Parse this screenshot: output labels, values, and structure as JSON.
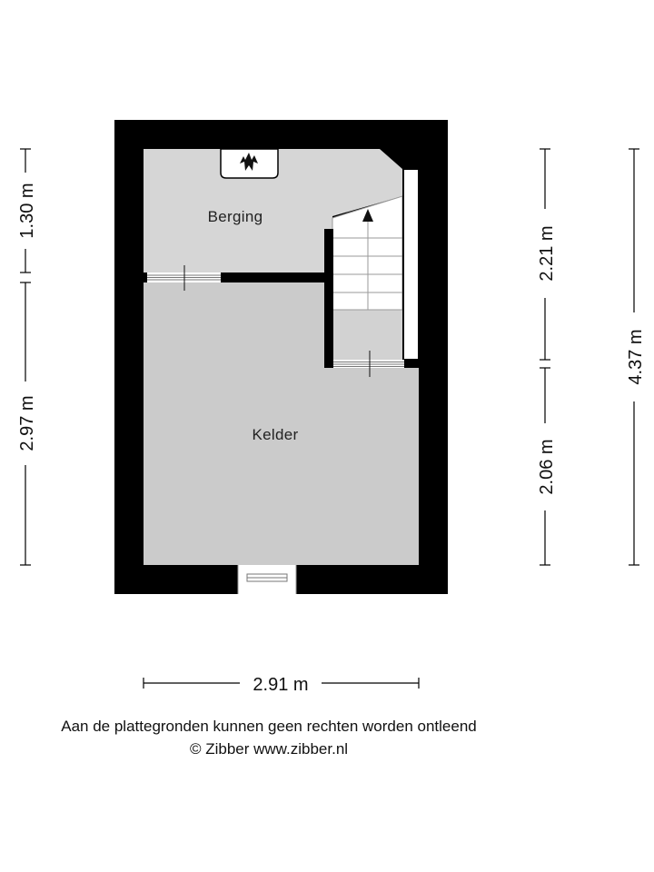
{
  "rooms": {
    "berging": "Berging",
    "kelder": "Kelder"
  },
  "dimensions": {
    "left_top": "1.30 m",
    "left_bottom": "2.97 m",
    "right_inner_top": "2.21 m",
    "right_inner_bottom": "2.06 m",
    "right_total": "4.37 m",
    "bottom_width": "2.91 m"
  },
  "footer": {
    "disclaimer": "Aan de plattegronden kunnen geen rechten worden ontleend",
    "copyright": "© Zibber www.zibber.nl"
  },
  "colors": {
    "wall": "#000000",
    "floor": "#cfcfcf",
    "background": "#ffffff"
  },
  "icons": {
    "boiler": "boiler-icon",
    "stair_arrow": "stair-direction-arrow"
  }
}
